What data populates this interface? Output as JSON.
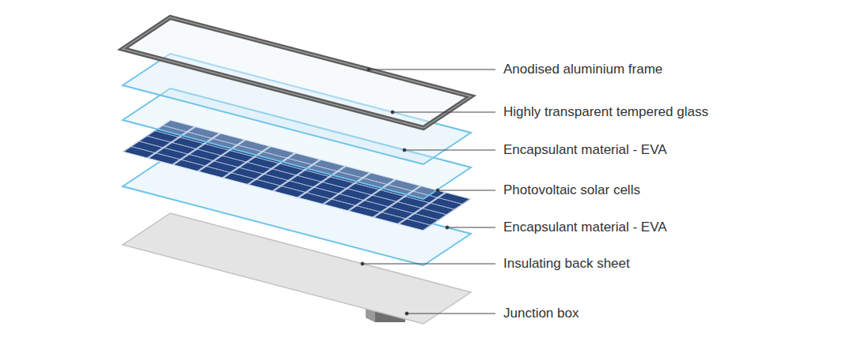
{
  "diagram": {
    "labels": [
      "Anodised aluminium frame",
      "Highly transparent tempered glass",
      "Encapsulant material - EVA",
      "Photovoltaic solar cells",
      "Encapsulant material - EVA",
      "Insulating back sheet",
      "Junction box"
    ]
  }
}
